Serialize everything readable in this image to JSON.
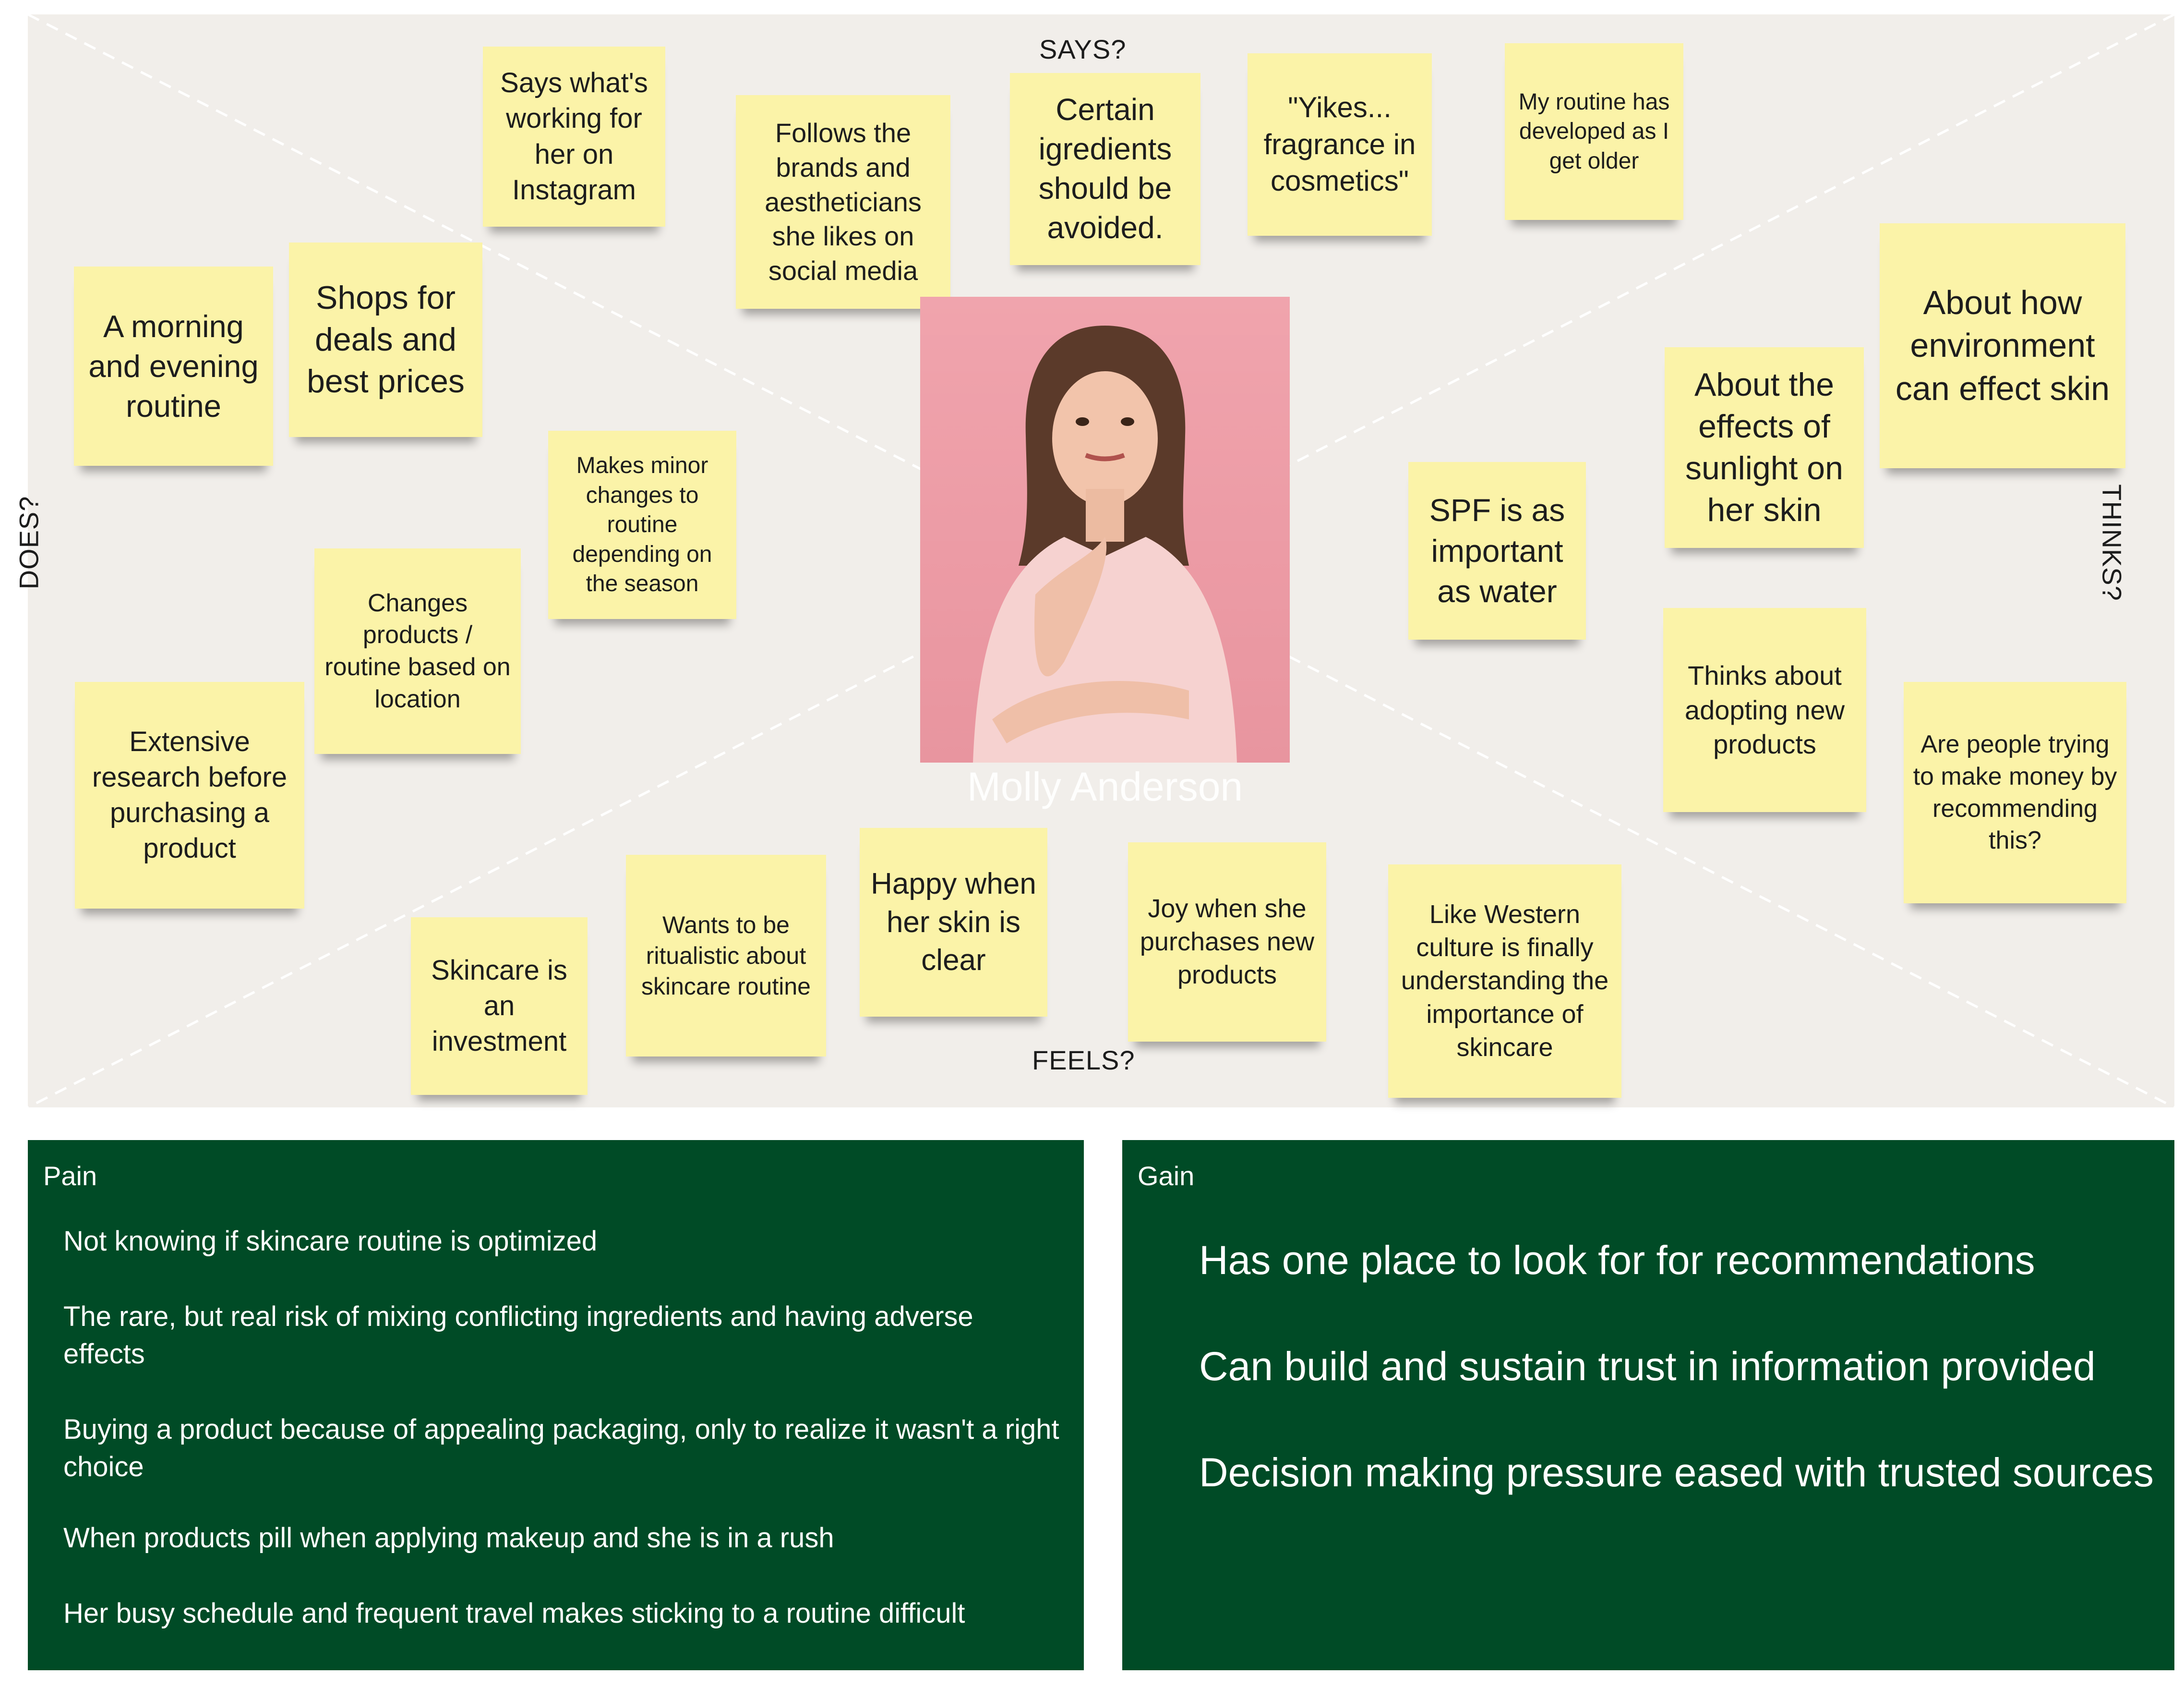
{
  "quadrants": {
    "says": "SAYS?",
    "feels": "FEELS?",
    "does": "DOES?",
    "thinks": "THINKS?"
  },
  "persona": {
    "name": "Molly Anderson"
  },
  "notes": {
    "does_1": "A morning and evening routine",
    "does_2": "Shops for deals and best prices",
    "does_3": "Makes minor changes to routine depending on the season",
    "does_4": "Changes products / routine based on location",
    "does_5": "Extensive research before purchasing a product",
    "says_1": "Says what's working for her on Instagram",
    "says_2": "Follows the brands and aestheticians she likes on social media",
    "says_3": "Certain igredients should be avoided.",
    "says_4": "\"Yikes... fragrance in cosmetics\"",
    "says_5": "My routine has developed as I get older",
    "thinks_1": "About how environment can effect skin",
    "thinks_2": "About the effects of sunlight on her skin",
    "thinks_3": "SPF is as important as water",
    "thinks_4": "Thinks about adopting new products",
    "thinks_5": "Are people trying to make money by recommending this?",
    "feels_1": "Skincare is an investment",
    "feels_2": "Wants to be ritualistic about skincare routine",
    "feels_3": "Happy when her skin is clear",
    "feels_4": "Joy when she purchases new products",
    "feels_5": "Like Western culture is finally understanding the importance of skincare"
  },
  "pain": {
    "title": "Pain",
    "items": [
      "Not knowing if skincare routine is optimized",
      "The rare, but real risk of mixing conflicting ingredients and having adverse effects",
      "Buying a product because of appealing packaging, only to realize it wasn't a right choice",
      "When products pill when applying makeup and she is in a rush",
      "Her busy schedule and frequent travel makes sticking to a routine difficult"
    ]
  },
  "gain": {
    "title": "Gain",
    "items": [
      "Has one place to look for for recommendations",
      "Can build and sustain trust in information provided",
      "Decision making pressure eased with trusted sources"
    ]
  },
  "colors": {
    "board": "#f1eeea",
    "sticky_note": "#fbf3a8",
    "panel": "#004b26",
    "persona_background": "#ef9fa8"
  }
}
